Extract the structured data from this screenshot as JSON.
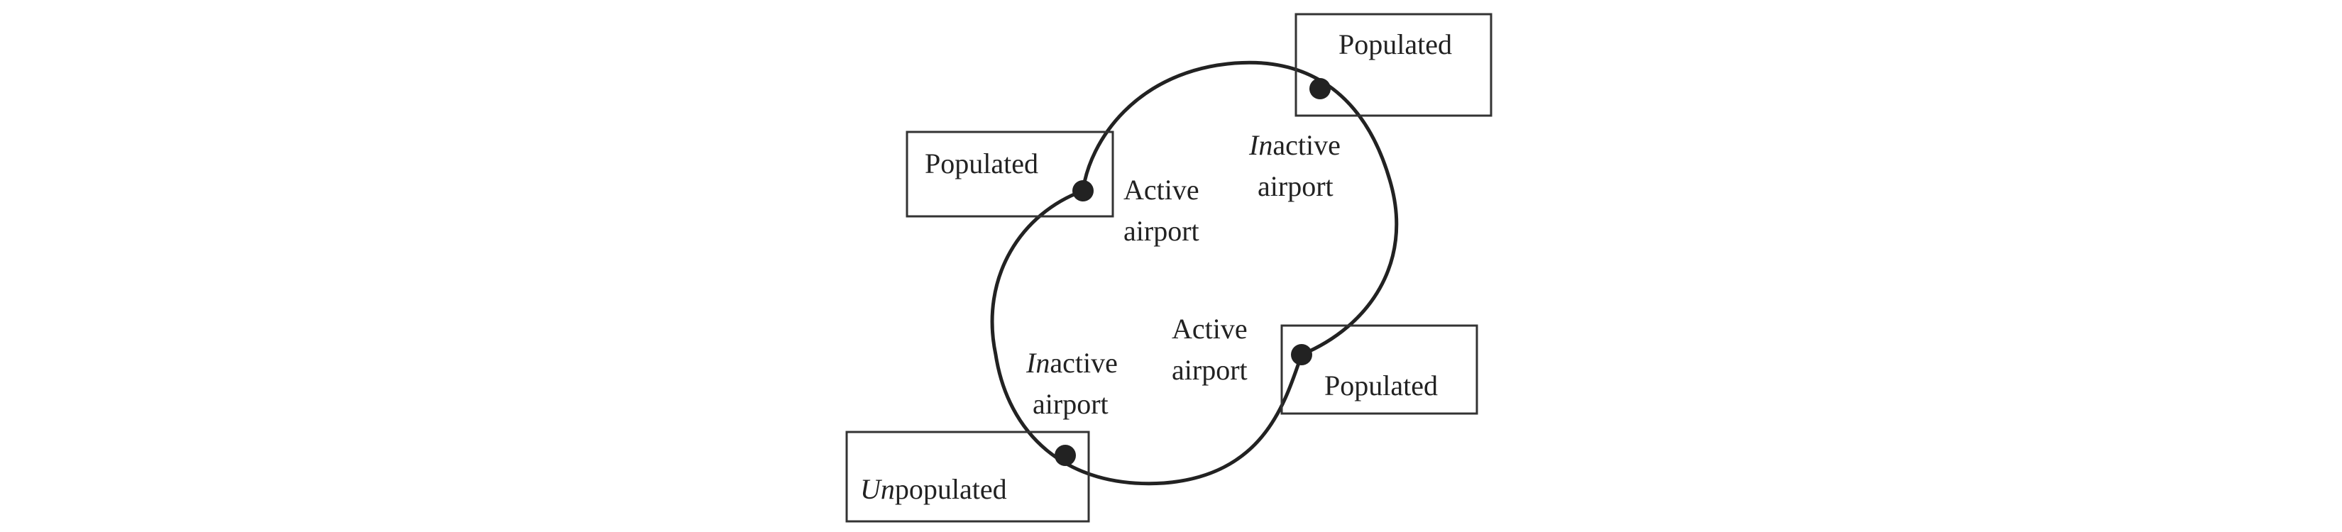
{
  "colors": {
    "ink": "#222222",
    "box_stroke": "#333333",
    "background": "#ffffff"
  },
  "boxes": {
    "top_right": {
      "text": "Populated"
    },
    "left": {
      "text": "Populated"
    },
    "bottom_right": {
      "text": "Populated"
    },
    "bottom_left": {
      "italic_prefix": "Un",
      "rest": "populated"
    }
  },
  "labels": {
    "upper_active": {
      "line1": "Active",
      "line2": "airport"
    },
    "upper_inactive": {
      "italic_prefix": "In",
      "line1_rest": "active",
      "line2": "airport"
    },
    "lower_active": {
      "line1": "Active",
      "line2": "airport"
    },
    "lower_inactive": {
      "italic_prefix": "In",
      "line1_rest": "active",
      "line2": "airport"
    }
  }
}
